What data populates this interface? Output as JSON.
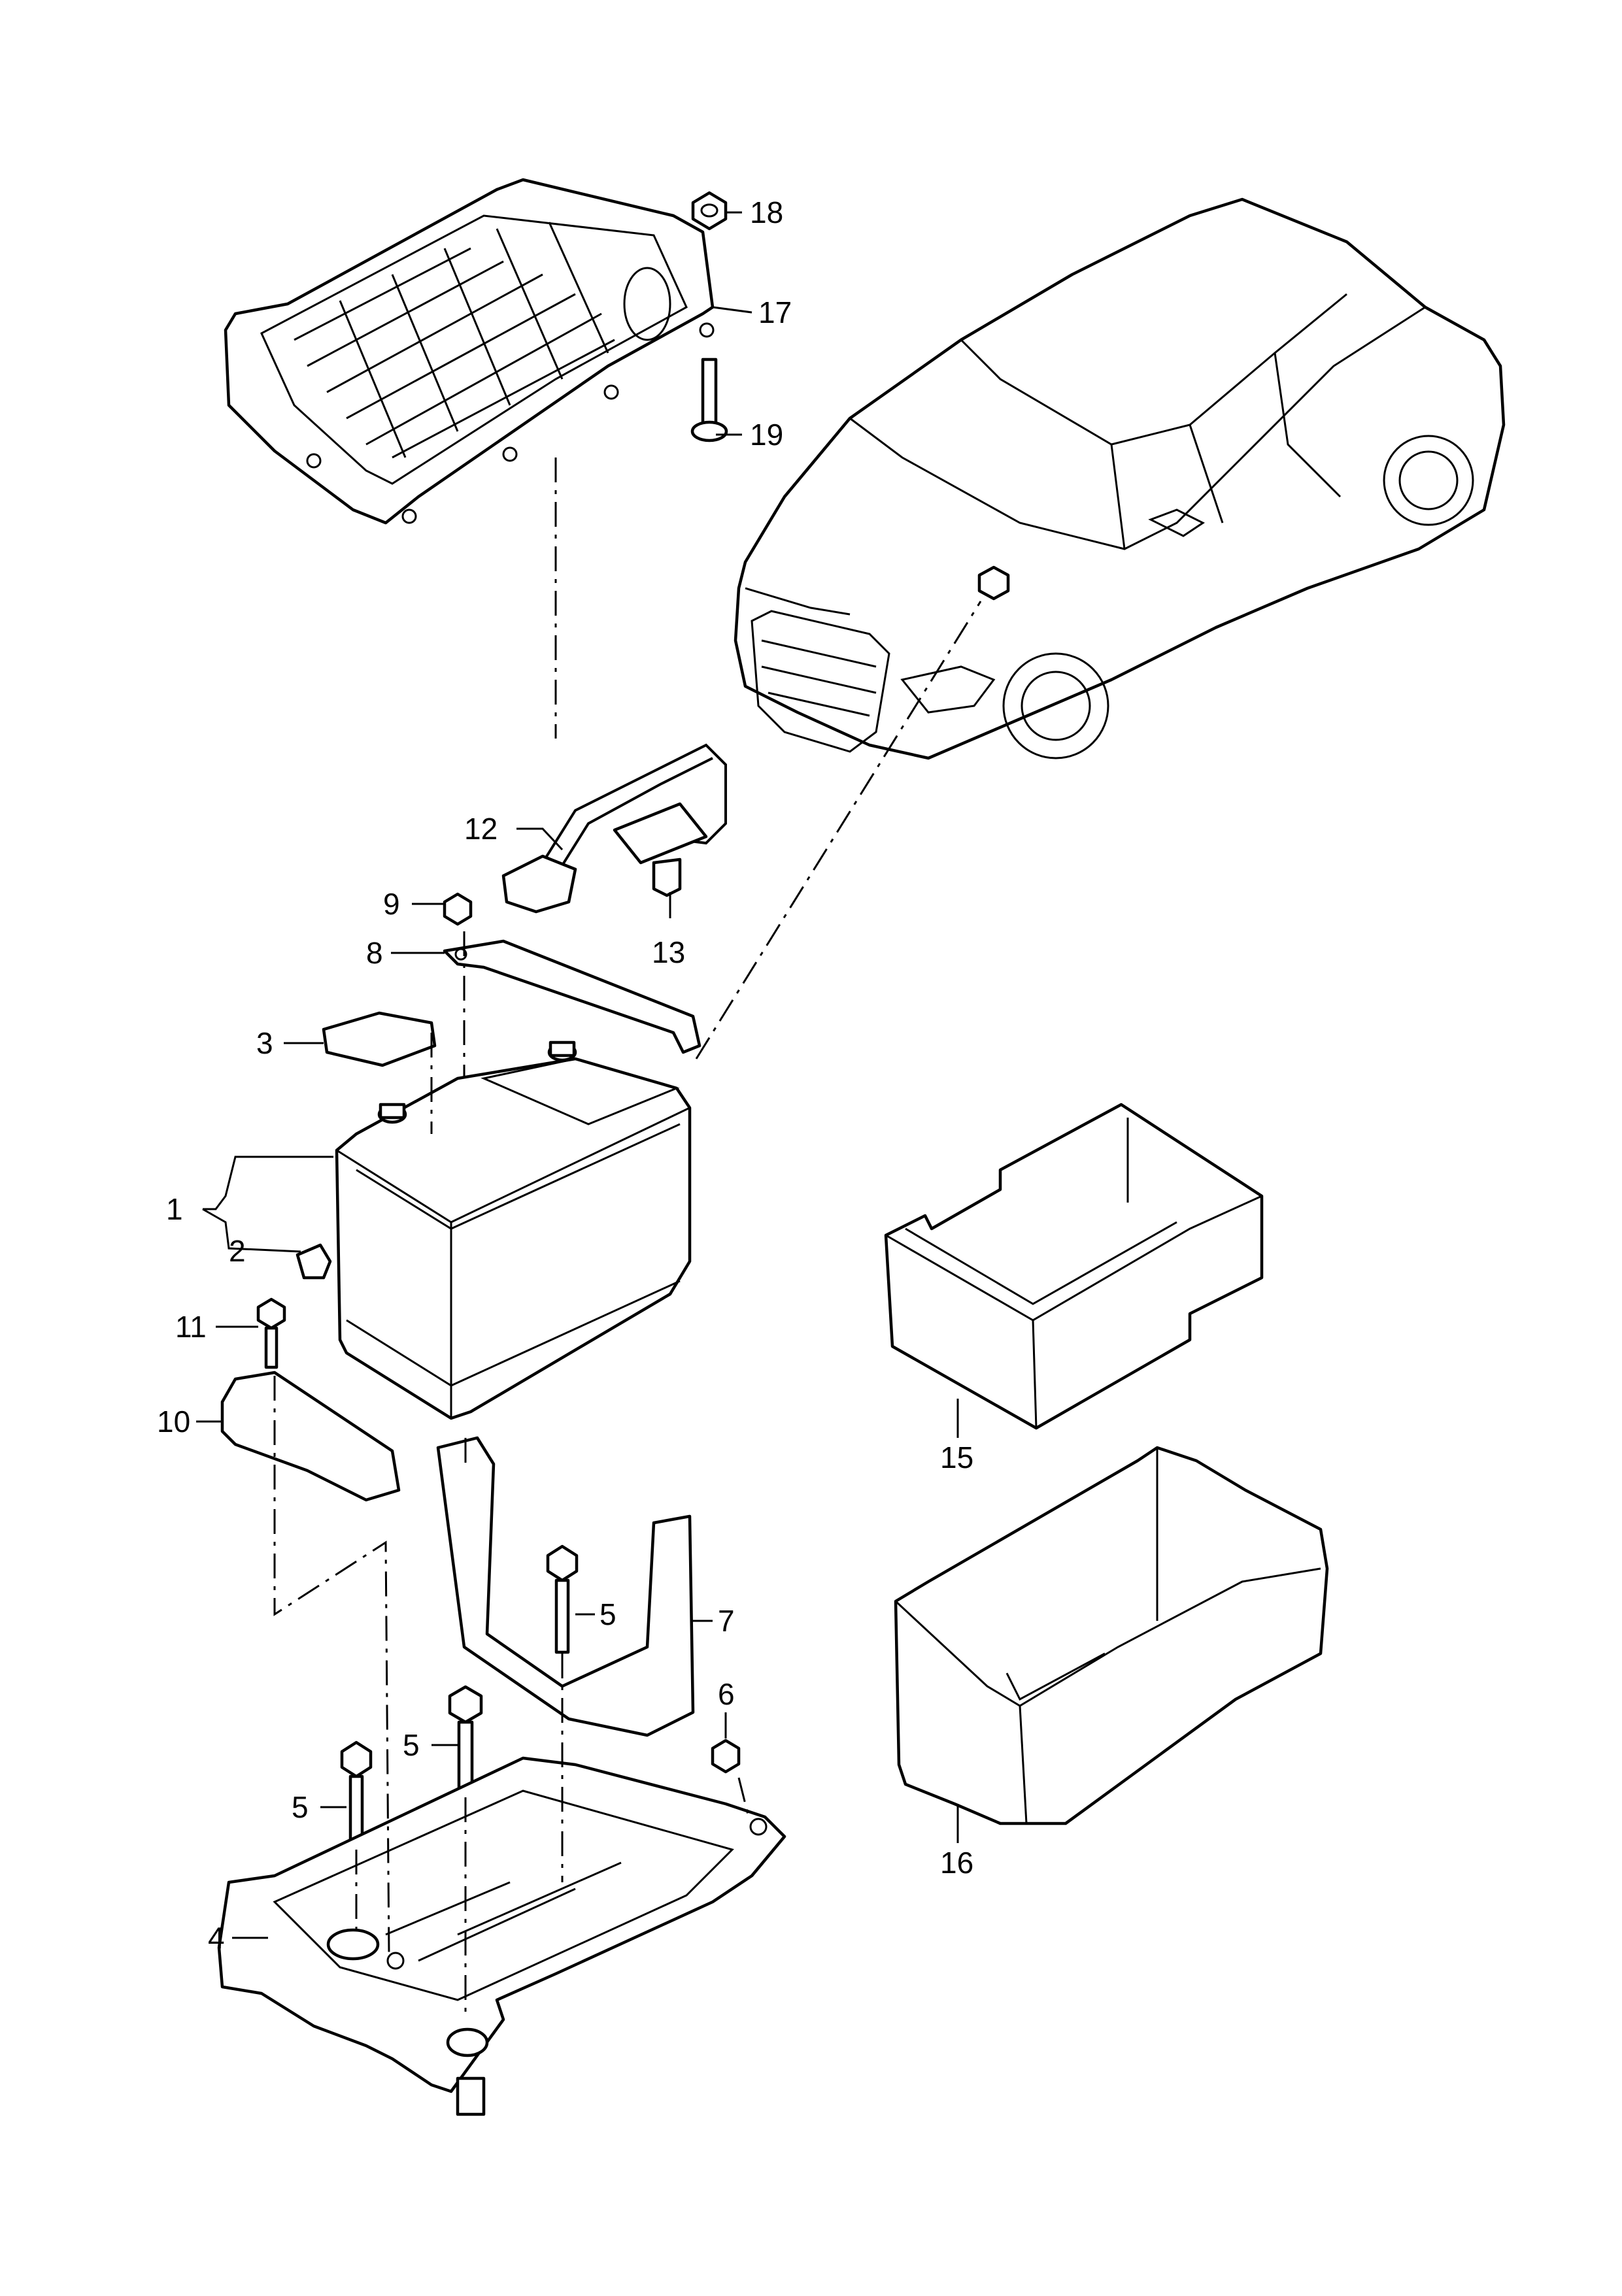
{
  "diagram": {
    "callouts": [
      {
        "id": "c1",
        "text": "1"
      },
      {
        "id": "c2",
        "text": "2"
      },
      {
        "id": "c3",
        "text": "3"
      },
      {
        "id": "c4",
        "text": "4"
      },
      {
        "id": "c5a",
        "text": "5"
      },
      {
        "id": "c5b",
        "text": "5"
      },
      {
        "id": "c5c",
        "text": "5"
      },
      {
        "id": "c6",
        "text": "6"
      },
      {
        "id": "c7",
        "text": "7"
      },
      {
        "id": "c8",
        "text": "8"
      },
      {
        "id": "c9",
        "text": "9"
      },
      {
        "id": "c10",
        "text": "10"
      },
      {
        "id": "c11",
        "text": "11"
      },
      {
        "id": "c12",
        "text": "12"
      },
      {
        "id": "c13",
        "text": "13"
      },
      {
        "id": "c15",
        "text": "15"
      },
      {
        "id": "c16",
        "text": "16"
      },
      {
        "id": "c17",
        "text": "17"
      },
      {
        "id": "c18",
        "text": "18"
      },
      {
        "id": "c19",
        "text": "19"
      }
    ]
  }
}
